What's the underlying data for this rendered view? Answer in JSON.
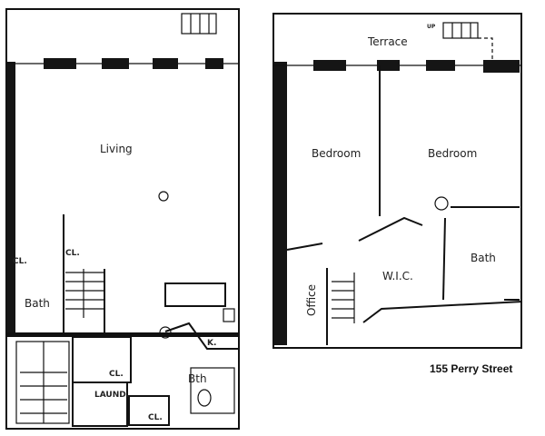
{
  "plan": {
    "lower_level": {
      "living": "Living",
      "closet_1": "CL.",
      "closet_2": "CL.",
      "closet_3": "CL.",
      "closet_4": "CL.",
      "bath": "Bath",
      "kitchen": "K.",
      "bath_small": "Bth",
      "laundry": "LAUND."
    },
    "upper_level": {
      "terrace": "Terrace",
      "stair_up": "UP",
      "bedroom_1": "Bedroom",
      "bedroom_2": "Bedroom",
      "wic": "W.I.C.",
      "bath": "Bath",
      "office": "Office"
    },
    "address": "155 Perry Street"
  }
}
